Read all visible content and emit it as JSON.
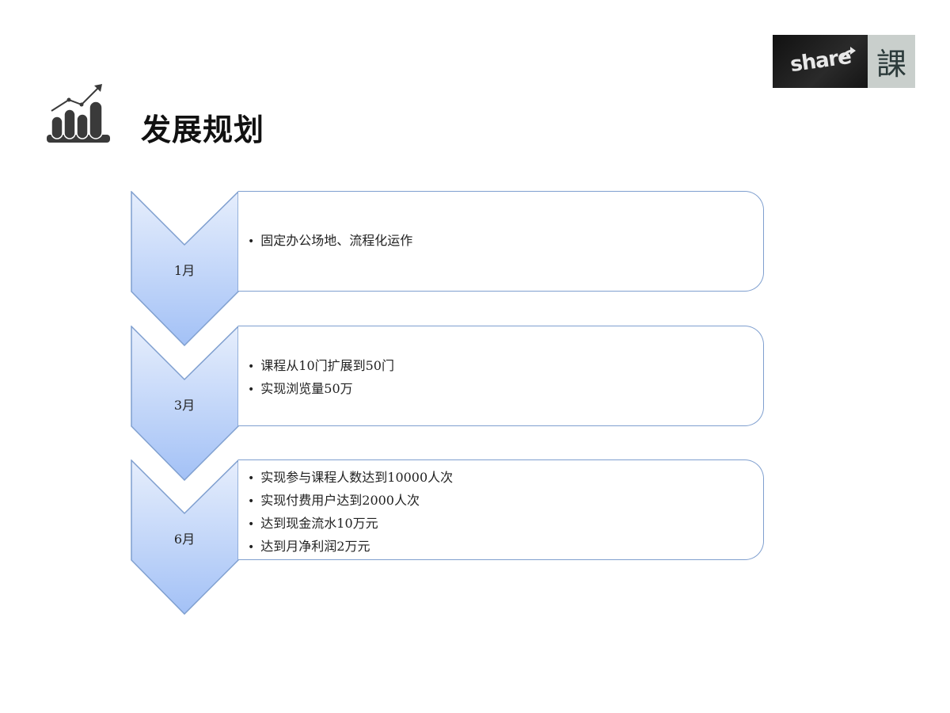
{
  "logo": {
    "text": "share",
    "char": "課"
  },
  "header": {
    "icon": "bar-chart-trend-icon",
    "title": "发展规划"
  },
  "colors": {
    "chevron_top": "#e3ecfb",
    "chevron_bottom": "#a7c4f7",
    "border": "#7f9fcf"
  },
  "steps": [
    {
      "label": "1月",
      "items": [
        "固定办公场地、流程化运作"
      ]
    },
    {
      "label": "3月",
      "items": [
        "课程从10门扩展到50门",
        "实现浏览量50万"
      ]
    },
    {
      "label": "6月",
      "items": [
        "实现参与课程人数达到10000人次",
        "实现付费用户达到2000人次",
        "达到现金流水10万元",
        "达到月净利润2万元"
      ]
    }
  ]
}
